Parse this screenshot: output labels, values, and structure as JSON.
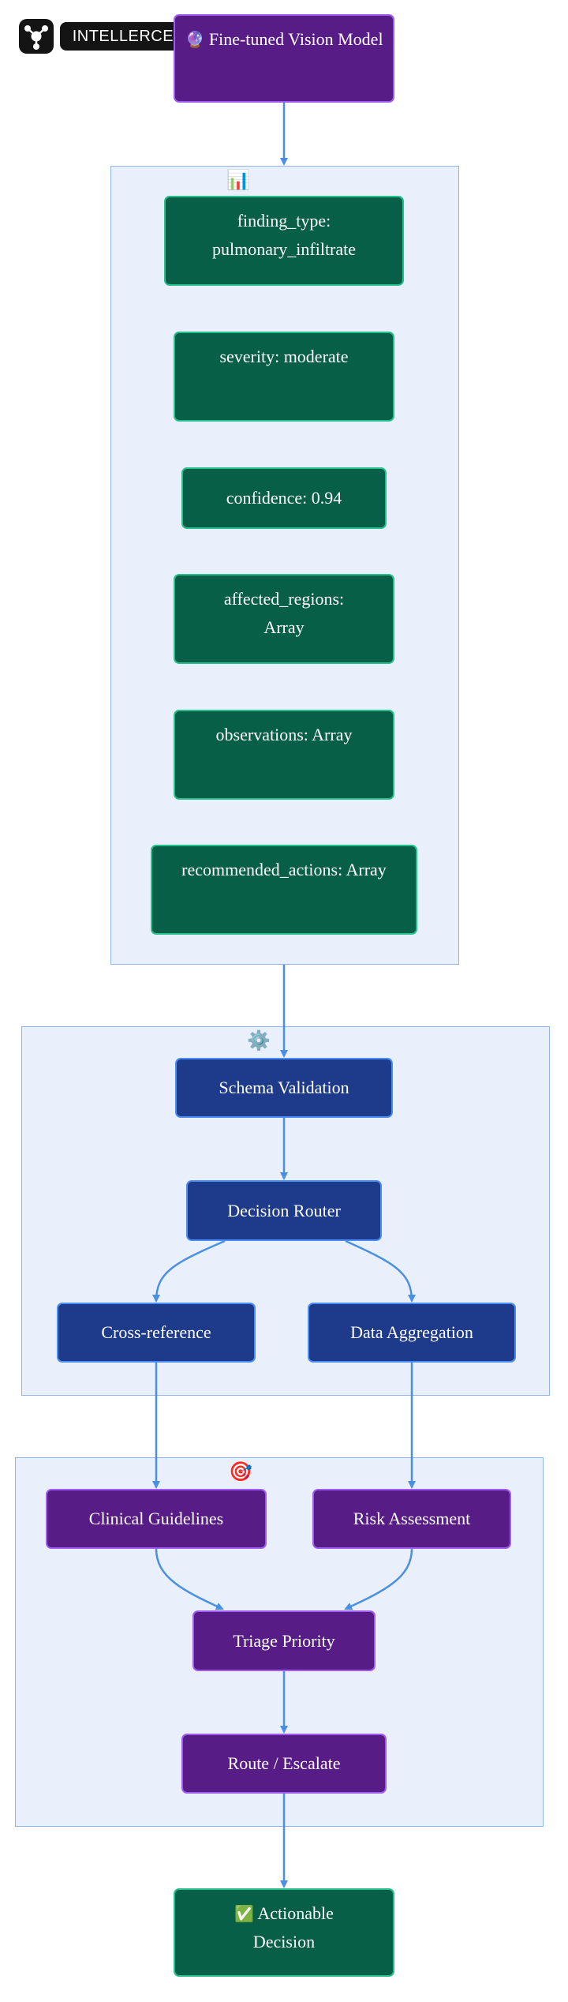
{
  "logo": {
    "text": "INTELLERCE LLC"
  },
  "source": {
    "icon": "🔮",
    "label": "Fine-tuned Vision Model"
  },
  "output_schema": {
    "icon": "📊",
    "fields": [
      "finding_type: pulmonary_infiltrate",
      "severity: moderate",
      "confidence: 0.94",
      "affected_regions: Array",
      "observations: Array",
      "recommended_actions: Array"
    ]
  },
  "processing": {
    "icon": "⚙️",
    "nodes": [
      "Schema Validation",
      "Decision Router",
      "Cross-reference",
      "Data Aggregation"
    ]
  },
  "decision": {
    "icon": "🎯",
    "nodes": [
      "Clinical Guidelines",
      "Risk Assessment",
      "Triage Priority",
      "Route / Escalate"
    ]
  },
  "result": {
    "icon": "✅",
    "label": "Actionable Decision"
  },
  "colors": {
    "green_fill": "#065f46",
    "green_border": "#25c08c",
    "purple_fill": "#581c87",
    "purple_border": "#a05cf0",
    "blue_fill": "#1e3a8a",
    "blue_border": "#4a8df5",
    "cluster_fill": "#eaf0fb",
    "cluster_border": "#8fb5ec",
    "edge": "#4a90e2"
  }
}
